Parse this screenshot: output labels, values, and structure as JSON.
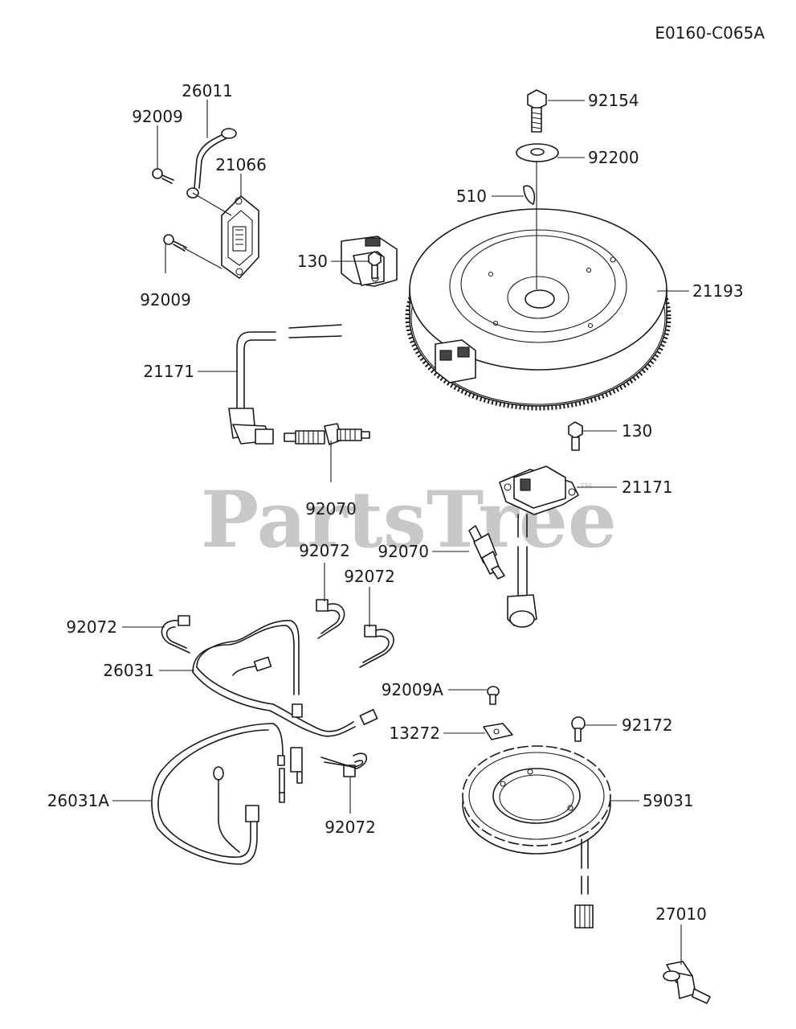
{
  "diagram_code": "E0160-C065A",
  "watermark": "PartsTree",
  "watermark_tm": "TM",
  "callouts": [
    {
      "id": "c-26011",
      "label": "26011"
    },
    {
      "id": "c-92009-a",
      "label": "92009"
    },
    {
      "id": "c-21066",
      "label": "21066"
    },
    {
      "id": "c-92009-b",
      "label": "92009"
    },
    {
      "id": "c-130-a",
      "label": "130"
    },
    {
      "id": "c-21171-a",
      "label": "21171"
    },
    {
      "id": "c-92070-a",
      "label": "92070"
    },
    {
      "id": "c-92154",
      "label": "92154"
    },
    {
      "id": "c-92200",
      "label": "92200"
    },
    {
      "id": "c-510",
      "label": "510"
    },
    {
      "id": "c-21193",
      "label": "21193"
    },
    {
      "id": "c-130-b",
      "label": "130"
    },
    {
      "id": "c-21171-b",
      "label": "21171"
    },
    {
      "id": "c-92070-b",
      "label": "92070"
    },
    {
      "id": "c-92072-a",
      "label": "92072"
    },
    {
      "id": "c-92072-b",
      "label": "92072"
    },
    {
      "id": "c-92072-c",
      "label": "92072"
    },
    {
      "id": "c-26031",
      "label": "26031"
    },
    {
      "id": "c-92009A",
      "label": "92009A"
    },
    {
      "id": "c-13272",
      "label": "13272"
    },
    {
      "id": "c-92172",
      "label": "92172"
    },
    {
      "id": "c-26031A",
      "label": "26031A"
    },
    {
      "id": "c-59031",
      "label": "59031"
    },
    {
      "id": "c-92072-d",
      "label": "92072"
    },
    {
      "id": "c-27010",
      "label": "27010"
    }
  ]
}
